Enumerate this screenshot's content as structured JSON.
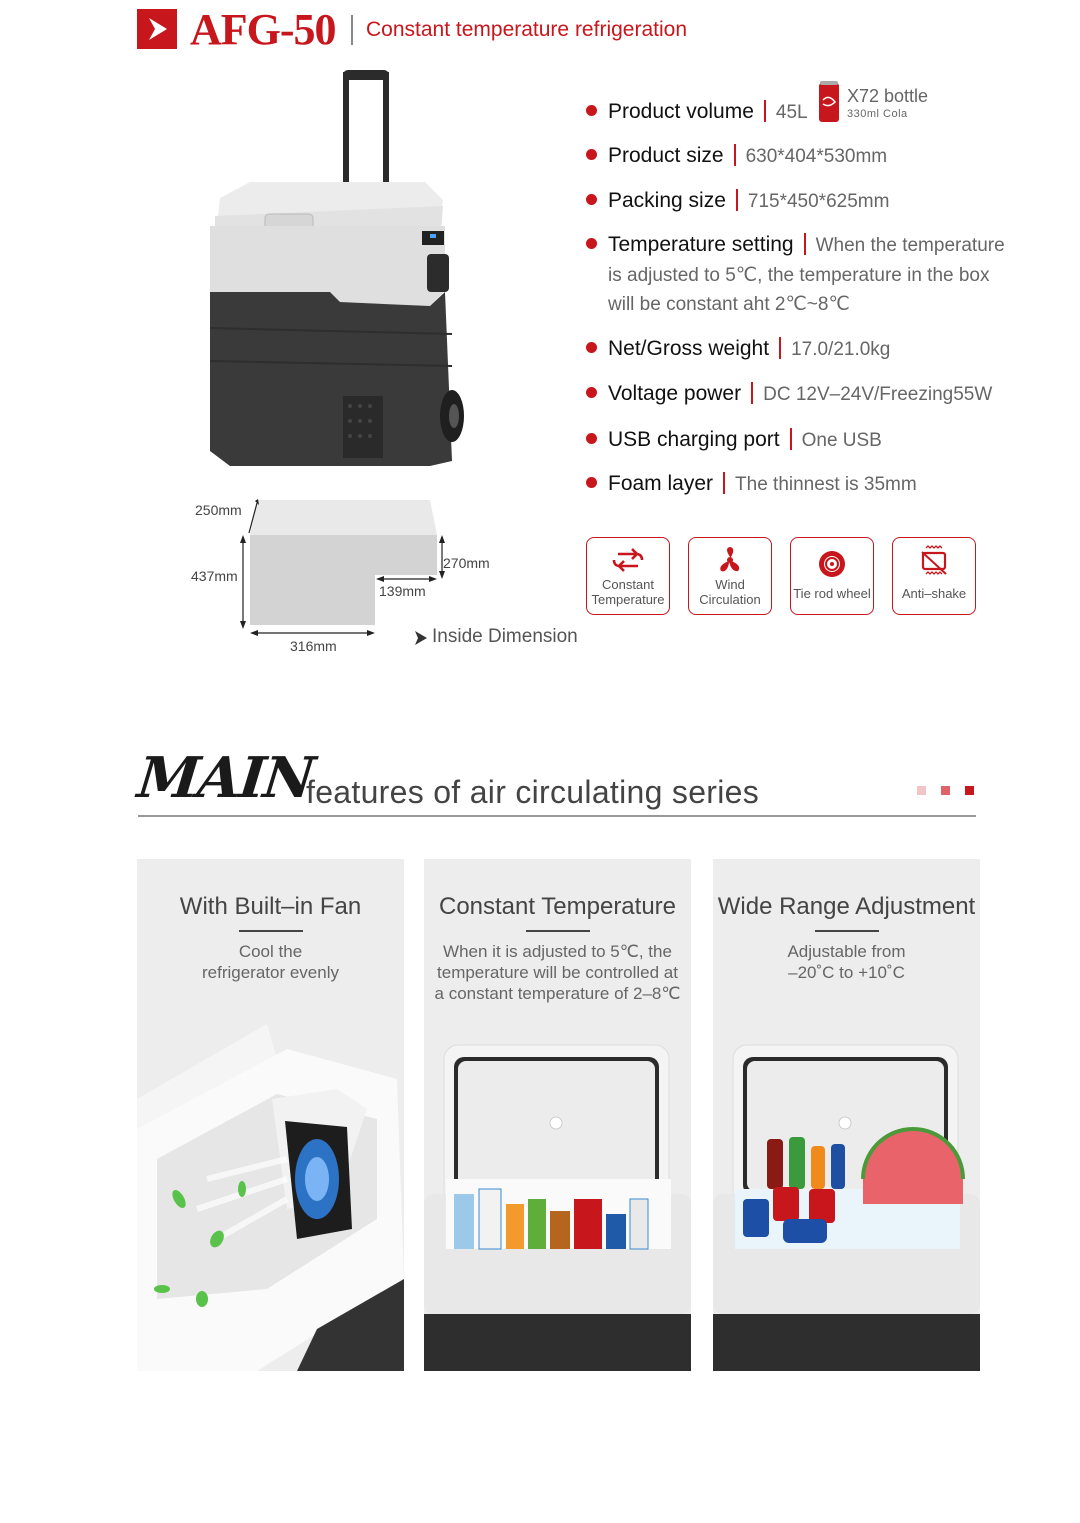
{
  "header": {
    "logo_icon": "chevron-right-icon",
    "model": "AFG-50",
    "subtitle": "Constant temperature refrigeration",
    "brand_color": "#c8161d"
  },
  "product_image": {
    "alt": "Portable car refrigerator with telescopic trolley handle and wheels"
  },
  "specs": [
    {
      "label": "Product volume",
      "value": "45L",
      "extra": {
        "icon": "cola-can-icon",
        "count": "X72 bottle",
        "unit": "330ml Cola"
      }
    },
    {
      "label": "Product size",
      "value": "630*404*530mm"
    },
    {
      "label": "Packing size",
      "value": "715*450*625mm"
    },
    {
      "label": "Temperature setting",
      "value": "When the temperature",
      "value_lines": [
        "is adjusted to 5℃,  the temperature in the box",
        "will be constant aht 2℃~8℃"
      ]
    },
    {
      "label": "Net/Gross weight",
      "value": "17.0/21.0kg"
    },
    {
      "label": "Voltage power",
      "value": "DC 12V–24V/Freezing55W"
    },
    {
      "label": "USB charging port",
      "value": "One USB"
    },
    {
      "label": "Foam layer",
      "value": "The thinnest is 35mm"
    }
  ],
  "dimensions": {
    "depth": "250mm",
    "height": "437mm",
    "step_height": "270mm",
    "step_width": "139mm",
    "width": "316mm",
    "caption": "Inside Dimension"
  },
  "features": [
    {
      "icon": "cycle-arrows-icon",
      "line1": "Constant",
      "line2": "Temperature"
    },
    {
      "icon": "fan-icon",
      "line1": "Wind",
      "line2": "Circulation"
    },
    {
      "icon": "wheel-icon",
      "line1": "Tie rod wheel",
      "line2": ""
    },
    {
      "icon": "anti-shake-icon",
      "line1": "Anti–shake",
      "line2": ""
    }
  ],
  "main_section": {
    "brush_word": "MAIN",
    "heading_rest": "features of air circulating series",
    "deco_squares": [
      "#f2c4c6",
      "#e0636a",
      "#c8161d"
    ]
  },
  "cards": [
    {
      "title": "With Built–in Fan",
      "desc": "Cool the\nrefrigerator evenly",
      "image": "fan-interior-image"
    },
    {
      "title": "Constant Temperature",
      "desc": "When it is adjusted to 5℃, the\ntemperature will be controlled at\na constant temperature of 2–8℃",
      "image": "medicine-cooler-image"
    },
    {
      "title": "Wide Range Adjustment",
      "desc": "Adjustable from\n–20˚C to +10˚C",
      "image": "drinks-cooler-image"
    }
  ]
}
